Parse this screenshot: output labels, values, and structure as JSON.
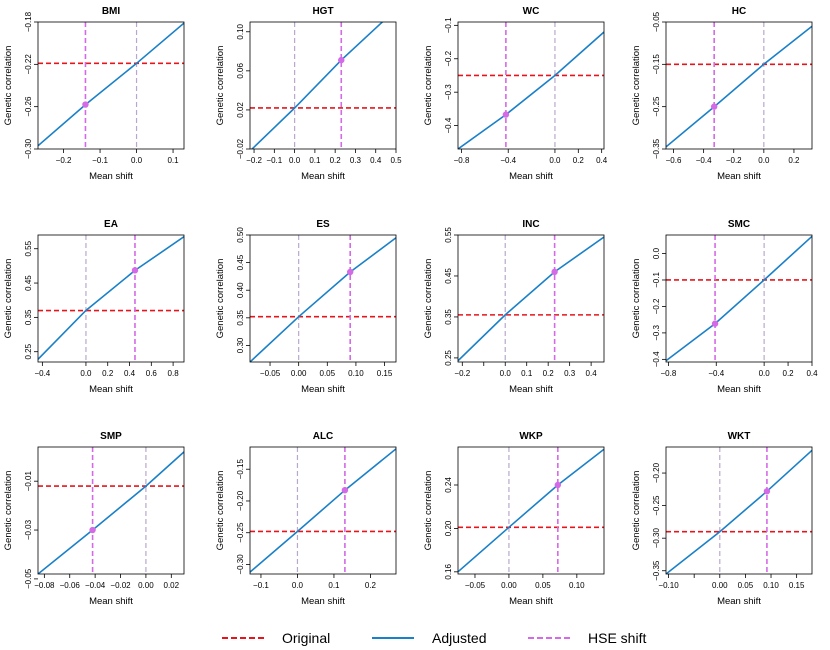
{
  "colors": {
    "original": "#e8141c",
    "adjusted": "#1a80c8",
    "hse": "#d46ae6",
    "zero": "#b9a8cc"
  },
  "legend": {
    "original": "Original",
    "adjusted": "Adjusted",
    "hse_shift": "HSE shift"
  },
  "chart_data": [
    {
      "type": "line",
      "title": "BMI",
      "xlabel": "Mean shift",
      "ylabel": "Genetic correlation",
      "xlim": [
        -0.27,
        0.13
      ],
      "ylim": [
        -0.3,
        -0.18
      ],
      "xticks": [
        -0.2,
        -0.1,
        0.0,
        0.1
      ],
      "xtick_labels": [
        "−0.2",
        "−0.1",
        "0.0",
        "0.1"
      ],
      "yticks": [
        -0.3,
        -0.26,
        -0.22,
        -0.18
      ],
      "ytick_labels": [
        "−0.30",
        "−0.26",
        "−0.22",
        "−0.18"
      ],
      "original": -0.219,
      "hse_shift": -0.14,
      "hse_point": [
        -0.14,
        -0.258
      ],
      "x": [
        -0.27,
        -0.14,
        0.0,
        0.13
      ],
      "y": [
        -0.297,
        -0.258,
        -0.219,
        -0.181
      ]
    },
    {
      "type": "line",
      "title": "HGT",
      "xlabel": "Mean shift",
      "ylabel": "Genetic correlation",
      "xlim": [
        -0.22,
        0.5
      ],
      "ylim": [
        -0.02,
        0.11
      ],
      "xticks": [
        -0.2,
        -0.1,
        0.0,
        0.1,
        0.2,
        0.3,
        0.4,
        0.5
      ],
      "xtick_labels": [
        "−0.2",
        "−0.1",
        "0.0",
        "0.1",
        "0.2",
        "0.3",
        "0.4",
        "0.5"
      ],
      "yticks": [
        -0.02,
        0.02,
        0.06,
        0.1
      ],
      "ytick_labels": [
        "−0.02",
        "0.02",
        "0.06",
        "0.10"
      ],
      "original": 0.022,
      "hse_shift": 0.23,
      "hse_point": [
        0.23,
        0.071
      ],
      "x": [
        -0.22,
        0.0,
        0.23,
        0.5
      ],
      "y": [
        -0.022,
        0.022,
        0.071,
        0.123
      ]
    },
    {
      "type": "line",
      "title": "WC",
      "xlabel": "Mean shift",
      "ylabel": "Genetic correlation",
      "xlim": [
        -0.83,
        0.42
      ],
      "ylim": [
        -0.47,
        -0.09
      ],
      "xticks": [
        -0.8,
        -0.4,
        0.0,
        0.2,
        0.4
      ],
      "xtick_labels": [
        "−0.8",
        "−0.4",
        "0.0",
        "0.2",
        "0.4"
      ],
      "yticks": [
        -0.4,
        -0.3,
        -0.2,
        -0.1
      ],
      "ytick_labels": [
        "−0.4",
        "−0.3",
        "−0.2",
        "−0.1"
      ],
      "original": -0.25,
      "hse_shift": -0.42,
      "hse_point": [
        -0.42,
        -0.367
      ],
      "x": [
        -0.83,
        -0.42,
        0.0,
        0.42
      ],
      "y": [
        -0.47,
        -0.367,
        -0.25,
        -0.12
      ]
    },
    {
      "type": "line",
      "title": "HC",
      "xlabel": "Mean shift",
      "ylabel": "Genetic correlation",
      "xlim": [
        -0.65,
        0.32
      ],
      "ylim": [
        -0.35,
        -0.05
      ],
      "xticks": [
        -0.6,
        -0.4,
        -0.2,
        0.0,
        0.2
      ],
      "xtick_labels": [
        "−0.6",
        "−0.4",
        "−0.2",
        "0.0",
        "0.2"
      ],
      "yticks": [
        -0.35,
        -0.25,
        -0.15,
        -0.05
      ],
      "ytick_labels": [
        "−0.35",
        "−0.25",
        "−0.15",
        "−0.05"
      ],
      "original": -0.15,
      "hse_shift": -0.33,
      "hse_point": [
        -0.33,
        -0.25
      ],
      "x": [
        -0.65,
        -0.33,
        0.0,
        0.32
      ],
      "y": [
        -0.345,
        -0.25,
        -0.15,
        -0.06
      ]
    },
    {
      "type": "line",
      "title": "EA",
      "xlabel": "Mean shift",
      "ylabel": "Genetic correlation",
      "xlim": [
        -0.44,
        0.9
      ],
      "ylim": [
        0.22,
        0.59
      ],
      "xticks": [
        -0.4,
        0.0,
        0.2,
        0.4,
        0.6,
        0.8
      ],
      "xtick_labels": [
        "−0.4",
        "0.0",
        "0.2",
        "0.4",
        "0.6",
        "0.8"
      ],
      "yticks": [
        0.25,
        0.35,
        0.45,
        0.55
      ],
      "ytick_labels": [
        "0.25",
        "0.35",
        "0.45",
        "0.55"
      ],
      "original": 0.37,
      "hse_shift": 0.45,
      "hse_point": [
        0.45,
        0.487
      ],
      "x": [
        -0.44,
        0.0,
        0.45,
        0.9
      ],
      "y": [
        0.228,
        0.37,
        0.487,
        0.585
      ]
    },
    {
      "type": "line",
      "title": "ES",
      "xlabel": "Mean shift",
      "ylabel": "Genetic correlation",
      "xlim": [
        -0.085,
        0.17
      ],
      "ylim": [
        0.27,
        0.5
      ],
      "xticks": [
        -0.05,
        0.0,
        0.05,
        0.1,
        0.15
      ],
      "xtick_labels": [
        "−0.05",
        "0.00",
        "0.05",
        "0.10",
        "0.15"
      ],
      "yticks": [
        0.3,
        0.35,
        0.4,
        0.45,
        0.5
      ],
      "ytick_labels": [
        "0.30",
        "0.35",
        "0.40",
        "0.45",
        "0.50"
      ],
      "original": 0.352,
      "hse_shift": 0.09,
      "hse_point": [
        0.09,
        0.433
      ],
      "x": [
        -0.085,
        0.0,
        0.09,
        0.17
      ],
      "y": [
        0.27,
        0.352,
        0.433,
        0.495
      ]
    },
    {
      "type": "line",
      "title": "INC",
      "xlabel": "Mean shift",
      "ylabel": "Genetic correlation",
      "xlim": [
        -0.22,
        0.46
      ],
      "ylim": [
        0.24,
        0.55
      ],
      "xticks": [
        -0.2,
        -0.1,
        0.0,
        0.1,
        0.2,
        0.3,
        0.4
      ],
      "xtick_labels": [
        "−0.2",
        "",
        "0.0",
        "0.1",
        "0.2",
        "0.3",
        "0.4"
      ],
      "yticks": [
        0.25,
        0.35,
        0.45,
        0.55
      ],
      "ytick_labels": [
        "0.25",
        "0.35",
        "0.45",
        "0.55"
      ],
      "original": 0.355,
      "hse_shift": 0.23,
      "hse_point": [
        0.23,
        0.46
      ],
      "x": [
        -0.22,
        0.0,
        0.23,
        0.46
      ],
      "y": [
        0.243,
        0.355,
        0.46,
        0.545
      ]
    },
    {
      "type": "line",
      "title": "SMC",
      "xlabel": "Mean shift",
      "ylabel": "Genetic correlation",
      "xlim": [
        -0.82,
        0.4
      ],
      "ylim": [
        -0.41,
        0.07
      ],
      "xticks": [
        -0.8,
        -0.4,
        0.0,
        0.2,
        0.4
      ],
      "xtick_labels": [
        "−0.8",
        "−0.4",
        "0.0",
        "0.2",
        "0.4"
      ],
      "yticks": [
        -0.4,
        -0.3,
        -0.2,
        -0.1,
        0.0
      ],
      "ytick_labels": [
        "−0.4",
        "−0.3",
        "−0.2",
        "−0.1",
        "0.0"
      ],
      "original": -0.1,
      "hse_shift": -0.41,
      "hse_point": [
        -0.41,
        -0.265
      ],
      "x": [
        -0.82,
        -0.41,
        0.0,
        0.4
      ],
      "y": [
        -0.405,
        -0.265,
        -0.1,
        0.065
      ]
    },
    {
      "type": "line",
      "title": "SMP",
      "xlabel": "Mean shift",
      "ylabel": "Genetic correlation",
      "xlim": [
        -0.085,
        0.03
      ],
      "ylim": [
        -0.048,
        0.004
      ],
      "xticks": [
        -0.08,
        -0.06,
        -0.04,
        -0.02,
        0.0,
        0.02
      ],
      "xtick_labels": [
        "−0.08",
        "−0.06",
        "−0.04",
        "−0.02",
        "0.00",
        "0.02"
      ],
      "yticks": [
        -0.05,
        -0.03,
        -0.01
      ],
      "ytick_labels": [
        "−0.05",
        "−0.03",
        "−0.01"
      ],
      "original": -0.012,
      "hse_shift": -0.042,
      "hse_point": [
        -0.042,
        -0.03
      ],
      "x": [
        -0.085,
        -0.042,
        0.0,
        0.03
      ],
      "y": [
        -0.048,
        -0.03,
        -0.012,
        0.002
      ]
    },
    {
      "type": "line",
      "title": "ALC",
      "xlabel": "Mean shift",
      "ylabel": "Genetic correlation",
      "xlim": [
        -0.13,
        0.27
      ],
      "ylim": [
        -0.315,
        -0.115
      ],
      "xticks": [
        -0.1,
        0.0,
        0.1,
        0.2
      ],
      "xtick_labels": [
        "−0.1",
        "0.0",
        "0.1",
        "0.2"
      ],
      "yticks": [
        -0.3,
        -0.25,
        -0.2,
        -0.15
      ],
      "ytick_labels": [
        "−0.30",
        "−0.25",
        "−0.20",
        "−0.15"
      ],
      "original": -0.248,
      "hse_shift": 0.13,
      "hse_point": [
        0.13,
        -0.183
      ],
      "x": [
        -0.13,
        0.0,
        0.13,
        0.27
      ],
      "y": [
        -0.312,
        -0.248,
        -0.183,
        -0.118
      ]
    },
    {
      "type": "line",
      "title": "WKP",
      "xlabel": "Mean shift",
      "ylabel": "Genetic correlation",
      "xlim": [
        -0.075,
        0.14
      ],
      "ylim": [
        0.158,
        0.275
      ],
      "xticks": [
        -0.05,
        0.0,
        0.05,
        0.1
      ],
      "xtick_labels": [
        "−0.05",
        "0.00",
        "0.05",
        "0.10"
      ],
      "yticks": [
        0.16,
        0.2,
        0.24
      ],
      "ytick_labels": [
        "0.16",
        "0.20",
        "0.24"
      ],
      "original": 0.201,
      "hse_shift": 0.072,
      "hse_point": [
        0.072,
        0.24
      ],
      "x": [
        -0.075,
        0.0,
        0.072,
        0.14
      ],
      "y": [
        0.16,
        0.201,
        0.24,
        0.273
      ]
    },
    {
      "type": "line",
      "title": "WKT",
      "xlabel": "Mean shift",
      "ylabel": "Genetic correlation",
      "xlim": [
        -0.105,
        0.18
      ],
      "ylim": [
        -0.355,
        -0.16
      ],
      "xticks": [
        -0.1,
        -0.05,
        0.0,
        0.05,
        0.1,
        0.15
      ],
      "xtick_labels": [
        "−0.10",
        "",
        "0.00",
        "0.05",
        "0.10",
        "0.15"
      ],
      "yticks": [
        -0.35,
        -0.3,
        -0.25,
        -0.2
      ],
      "ytick_labels": [
        "−0.35",
        "−0.30",
        "−0.25",
        "−0.20"
      ],
      "original": -0.29,
      "hse_shift": 0.092,
      "hse_point": [
        0.092,
        -0.228
      ],
      "x": [
        -0.105,
        0.0,
        0.092,
        0.18
      ],
      "y": [
        -0.355,
        -0.29,
        -0.228,
        -0.165
      ]
    }
  ]
}
